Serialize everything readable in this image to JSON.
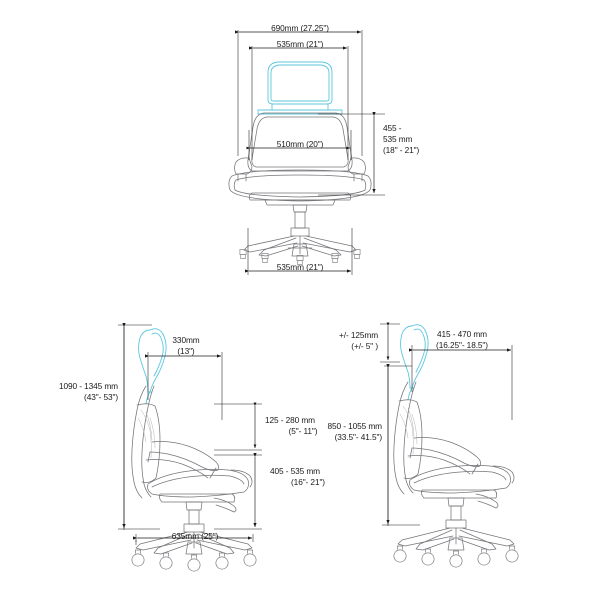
{
  "document": {
    "type": "technical-dimension-drawing",
    "subject": "office task chair with headrest",
    "background_color": "#ffffff",
    "line_color": "#6e6e72",
    "highlight_color": "#5cc7de",
    "dimension_color": "#1b1b1b"
  },
  "views": {
    "front": {
      "name": "front-elevation",
      "dimensions": {
        "overall_width": "690mm (27.25\")",
        "back_width": "535mm (21\")",
        "seat_width": "510mm (20\")",
        "seat_height_line1": "455 -",
        "seat_height_line2": "535 mm",
        "seat_height_line3": "(18\" - 21\")",
        "base_width": "535mm (21\")"
      }
    },
    "side_left": {
      "name": "side-elevation-low",
      "dimensions": {
        "overall_height_line1": "1090 - 1345 mm",
        "overall_height_line2": "(43\"- 53\")",
        "headrest_depth_line1": "330mm",
        "headrest_depth_line2": "(13\")",
        "arm_height_line1": "125 - 280 mm",
        "arm_height_line2": "(5\"- 11\")",
        "seat_height_line1": "405 - 535 mm",
        "seat_height_line2": "(16\"- 21\")",
        "base_depth": "635mm (25\")"
      }
    },
    "side_right": {
      "name": "side-elevation-high",
      "dimensions": {
        "headrest_travel_line1": "+/- 125mm",
        "headrest_travel_line2": "(+/- 5\" )",
        "seat_depth_line1": "415 - 470 mm",
        "seat_depth_line2": "(16.25\"- 18.5\")",
        "back_height_line1": "850 - 1055 mm",
        "back_height_line2": "(33.5\"- 41.5\")"
      }
    }
  }
}
